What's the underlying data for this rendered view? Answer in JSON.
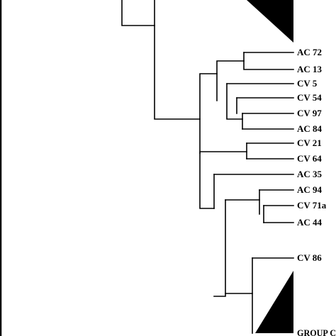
{
  "leaves": [
    {
      "id": "ac72",
      "label": "AC 72"
    },
    {
      "id": "ac13",
      "label": "AC 13"
    },
    {
      "id": "cv5",
      "label": "CV 5"
    },
    {
      "id": "cv54",
      "label": "CV 54"
    },
    {
      "id": "cv97",
      "label": "CV 97"
    },
    {
      "id": "ac84",
      "label": "AC 84"
    },
    {
      "id": "cv21",
      "label": "CV 21"
    },
    {
      "id": "cv64",
      "label": "CV 64"
    },
    {
      "id": "ac35",
      "label": "AC 35"
    },
    {
      "id": "ac94",
      "label": "AC 94"
    },
    {
      "id": "cv71a",
      "label": "CV 71a"
    },
    {
      "id": "ac44",
      "label": "AC 44"
    },
    {
      "id": "cv86",
      "label": "CV 86"
    }
  ],
  "collapsed_groups": [
    {
      "id": "group-c",
      "label": "GROUP C"
    }
  ]
}
